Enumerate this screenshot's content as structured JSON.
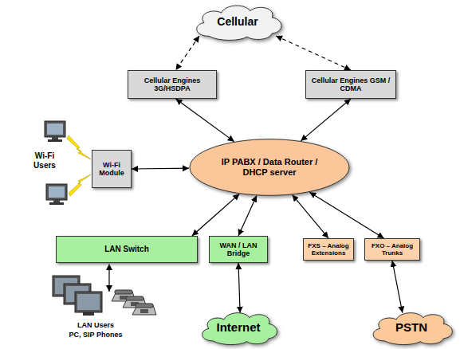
{
  "diagram": {
    "nodes": [
      {
        "text": [
          "Cellular"
        ]
      },
      {
        "text": [
          "Cellular Engines 3G/HSDPA"
        ]
      },
      {
        "text": [
          "Cellular Engines GSM / CDMA"
        ]
      },
      {
        "text": [
          "Wi-Fi Module"
        ]
      },
      {
        "text": [
          "IP PABX / Data Router / DHCP server"
        ]
      },
      {
        "text": [
          "LAN Switch"
        ]
      },
      {
        "text": [
          "WAN / LAN Bridge"
        ]
      },
      {
        "text": [
          "FXS – Analog Extensions"
        ]
      },
      {
        "text": [
          "FXO – Analog Trunks"
        ]
      },
      {
        "text": [
          "Internet"
        ]
      },
      {
        "text": [
          "PSTN"
        ]
      }
    ],
    "edges": [
      {
        "from": 0,
        "to": 1,
        "arrow": "both"
      },
      {
        "from": 0,
        "to": 2,
        "arrow": "both"
      },
      {
        "from": 1,
        "to": 4,
        "arrow": "both"
      },
      {
        "from": 2,
        "to": 4,
        "arrow": "both"
      },
      {
        "from": 3,
        "to": 4,
        "arrow": "both"
      },
      {
        "from": 5,
        "to": 4,
        "arrow": "both"
      },
      {
        "from": 6,
        "to": 4,
        "arrow": "both"
      },
      {
        "from": 7,
        "to": 4,
        "arrow": "both"
      },
      {
        "from": 8,
        "to": 4,
        "arrow": "both"
      },
      {
        "from": 6,
        "to": 9,
        "arrow": "both"
      },
      {
        "from": 8,
        "to": 10,
        "arrow": "both"
      }
    ],
    "labels": [
      "Wi-Fi Users",
      "LAN Users",
      "PC, SIP Phones"
    ]
  }
}
